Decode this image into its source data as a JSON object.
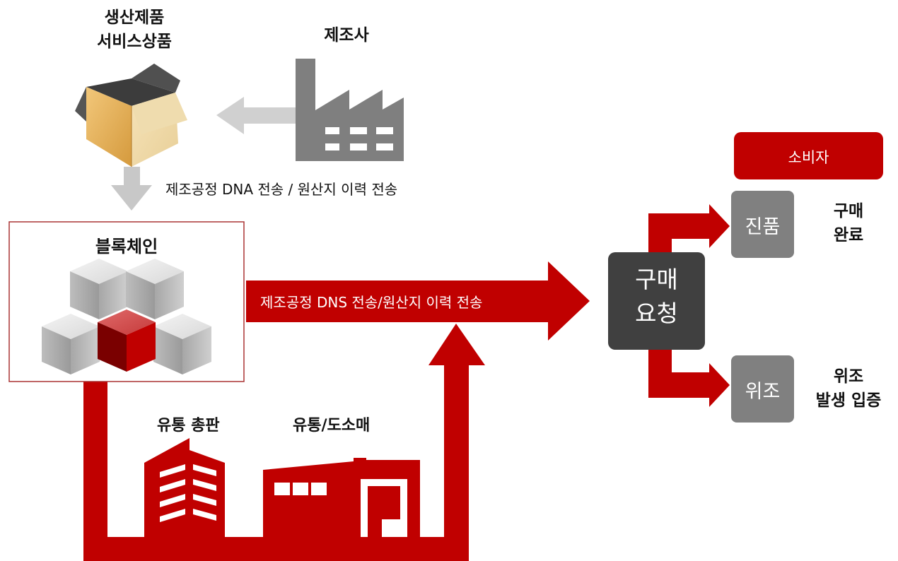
{
  "product": {
    "line1": "생산제품",
    "line2": "서비스상품",
    "icon": "open-box-icon"
  },
  "manufacturer": {
    "label": "제조사",
    "icon": "factory-icon"
  },
  "transfer_note": "제조공정 DNA 전송 / 원산지 이력 전송",
  "blockchain": {
    "label": "블록체인",
    "icon": "cube-stack-icon"
  },
  "main_arrow_label": "제조공정 DNS 전송/원산지 이력 전송",
  "distribution": {
    "wholesale_label": "유통 총판",
    "retail_label": "유통/도소매",
    "wholesale_icon": "office-building-icon",
    "retail_icon": "store-icon"
  },
  "purchase_request": {
    "line1": "구매",
    "line2": "요청"
  },
  "consumer": {
    "label": "소비자"
  },
  "outcomes": {
    "genuine": {
      "box": "진품",
      "result1": "구매",
      "result2": "완료"
    },
    "fake": {
      "box": "위조",
      "result1": "위조",
      "result2": "발생 입증"
    }
  },
  "colors": {
    "accent_red": "#c00000",
    "dark_box": "#404040",
    "gray_box": "#808080",
    "light_arrow": "#d0d0d0"
  }
}
